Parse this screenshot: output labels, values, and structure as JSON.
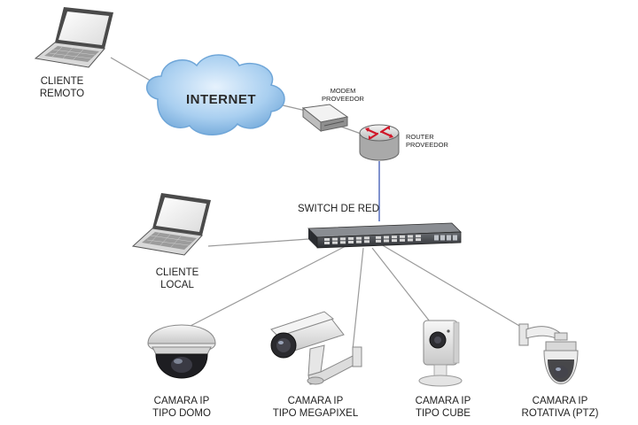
{
  "labels": {
    "cliente_remoto": [
      "CLIENTE",
      "REMOTO"
    ],
    "internet": "INTERNET",
    "modem": [
      "MODEM",
      "PROVEEDOR"
    ],
    "router": [
      "ROUTER",
      "PROVEEDOR"
    ],
    "switch": "SWITCH DE RED",
    "cliente_local": [
      "CLIENTE",
      "LOCAL"
    ],
    "camara_domo": [
      "CAMARA IP",
      "TIPO DOMO"
    ],
    "camara_megapixel": [
      "CAMARA IP",
      "TIPO MEGAPIXEL"
    ],
    "camara_cube": [
      "CAMARA IP",
      "TIPO CUBE"
    ],
    "camara_ptz": [
      "CAMARA IP",
      "ROTATIVA (PTZ)"
    ]
  },
  "colors": {
    "cloud": "#7db3e3",
    "router_arrows": "#d0182a",
    "link_line": "#9a9a9a",
    "uplink_line": "#4a64b8",
    "switch_body": "#3a3c40"
  }
}
